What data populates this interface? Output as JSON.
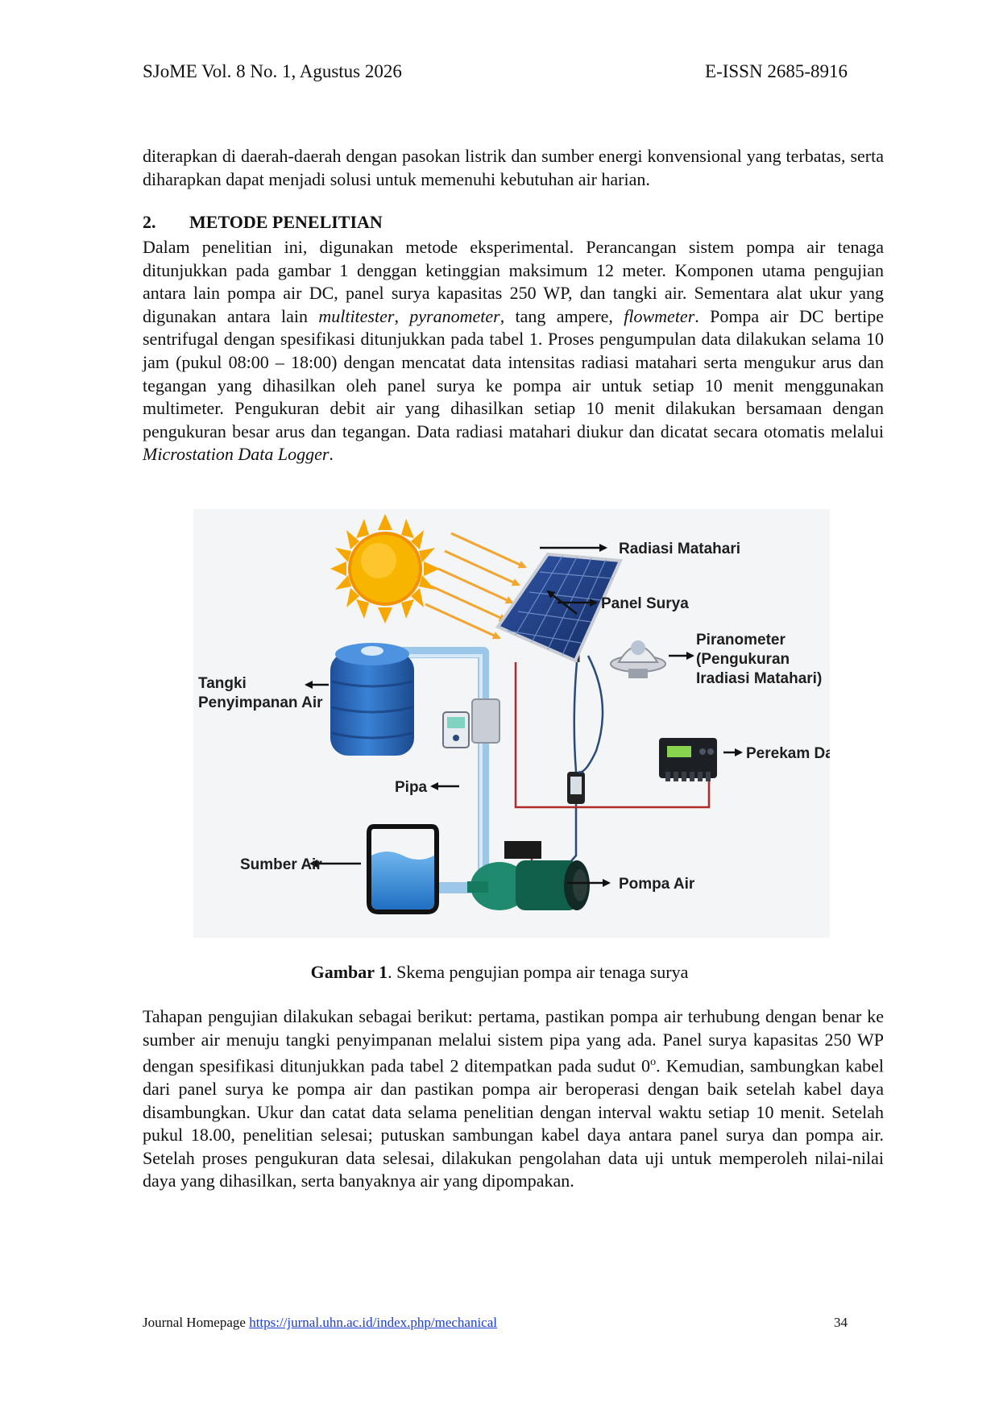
{
  "header": {
    "journal": "SJoME Vol. 8 No. 1, Agustus 2026",
    "issn": "E-ISSN 2685-8916"
  },
  "intro": "diterapkan di daerah-daerah dengan pasokan listrik dan sumber energi konvensional yang terbatas, serta diharapkan dapat menjadi solusi untuk memenuhi kebutuhan air harian.",
  "section": {
    "number": "2.",
    "title": "METODE PENELITIAN"
  },
  "method": {
    "p1": "Dalam penelitian ini, digunakan metode eksperimental. Perancangan sistem pompa air tenaga ditunjukkan pada gambar 1 denggan ketinggian maksimum 12 meter. Komponen utama pengujian antara lain pompa air DC, panel surya kapasitas 250 WP, dan tangki air. Sementara alat ukur yang digunakan antara lain ",
    "i1": "multitester",
    "s1": ", ",
    "i2": "pyranometer",
    "s2": ", tang ampere, ",
    "i3": "flowmeter",
    "p2": ". Pompa air DC bertipe sentrifugal dengan spesifikasi ditunjukkan pada tabel 1. Proses pengumpulan data dilakukan selama 10 jam (pukul 08:00 – 18:00) dengan mencatat data intensitas radiasi matahari serta mengukur arus dan tegangan yang dihasilkan oleh panel surya ke pompa air untuk setiap 10 menit menggunakan multimeter. Pengukuran debit air yang dihasilkan setiap 10 menit dilakukan bersamaan dengan pengukuran besar arus dan tegangan. Data radiasi matahari diukur dan dicatat secara otomatis melalui ",
    "i4": "Microstation Data Logger",
    "p3": "."
  },
  "figure": {
    "labels": {
      "radiation": "Radiasi Matahari",
      "panel": "Panel Surya",
      "pyranometer_1": "Piranometer",
      "pyranometer_2": "(Pengukuran",
      "pyranometer_3": "Iradiasi Matahari)",
      "tank_1": "Tangki",
      "tank_2": "Penyimpanan Air",
      "logger": "Perekam Data",
      "pipe": "Pipa",
      "source": "Sumber Air",
      "pump": "Pompa Air"
    },
    "caption_bold": "Gambar 1",
    "caption_rest": ". Skema pengujian pompa air tenaga surya",
    "colors": {
      "sun": "#f7b500",
      "rays": "#f3a530",
      "panel": "#1d3f86",
      "tank": "#2f6fc4",
      "pipe": "#a9cdea",
      "pump": "#1f8a6d",
      "wire_red": "#b02a2a",
      "wire_blue": "#2b4a7a"
    }
  },
  "steps": {
    "p1": "Tahapan pengujian dilakukan sebagai berikut: pertama, pastikan pompa air terhubung dengan benar ke sumber air menuju tangki penyimpanan melalui sistem pipa yang ada. Panel surya kapasitas 250 WP dengan spesifikasi ditunjukkan pada tabel 2 ditempatkan pada sudut 0",
    "sup": "o",
    "p2": ". Kemudian, sambungkan kabel dari panel surya ke pompa air dan pastikan pompa air beroperasi dengan baik setelah kabel daya disambungkan. Ukur dan catat data selama penelitian dengan interval waktu setiap 10 menit. Setelah pukul 18.00, penelitian selesai; putuskan sambungan kabel daya antara panel surya dan pompa air. Setelah proses pengukuran data selesai, dilakukan pengolahan data uji untuk memperoleh nilai-nilai daya yang dihasilkan, serta banyaknya air yang dipompakan."
  },
  "footer": {
    "label": "Journal Homepage ",
    "url": "https://jurnal.uhn.ac.id/index.php/mechanical",
    "page": "34"
  }
}
